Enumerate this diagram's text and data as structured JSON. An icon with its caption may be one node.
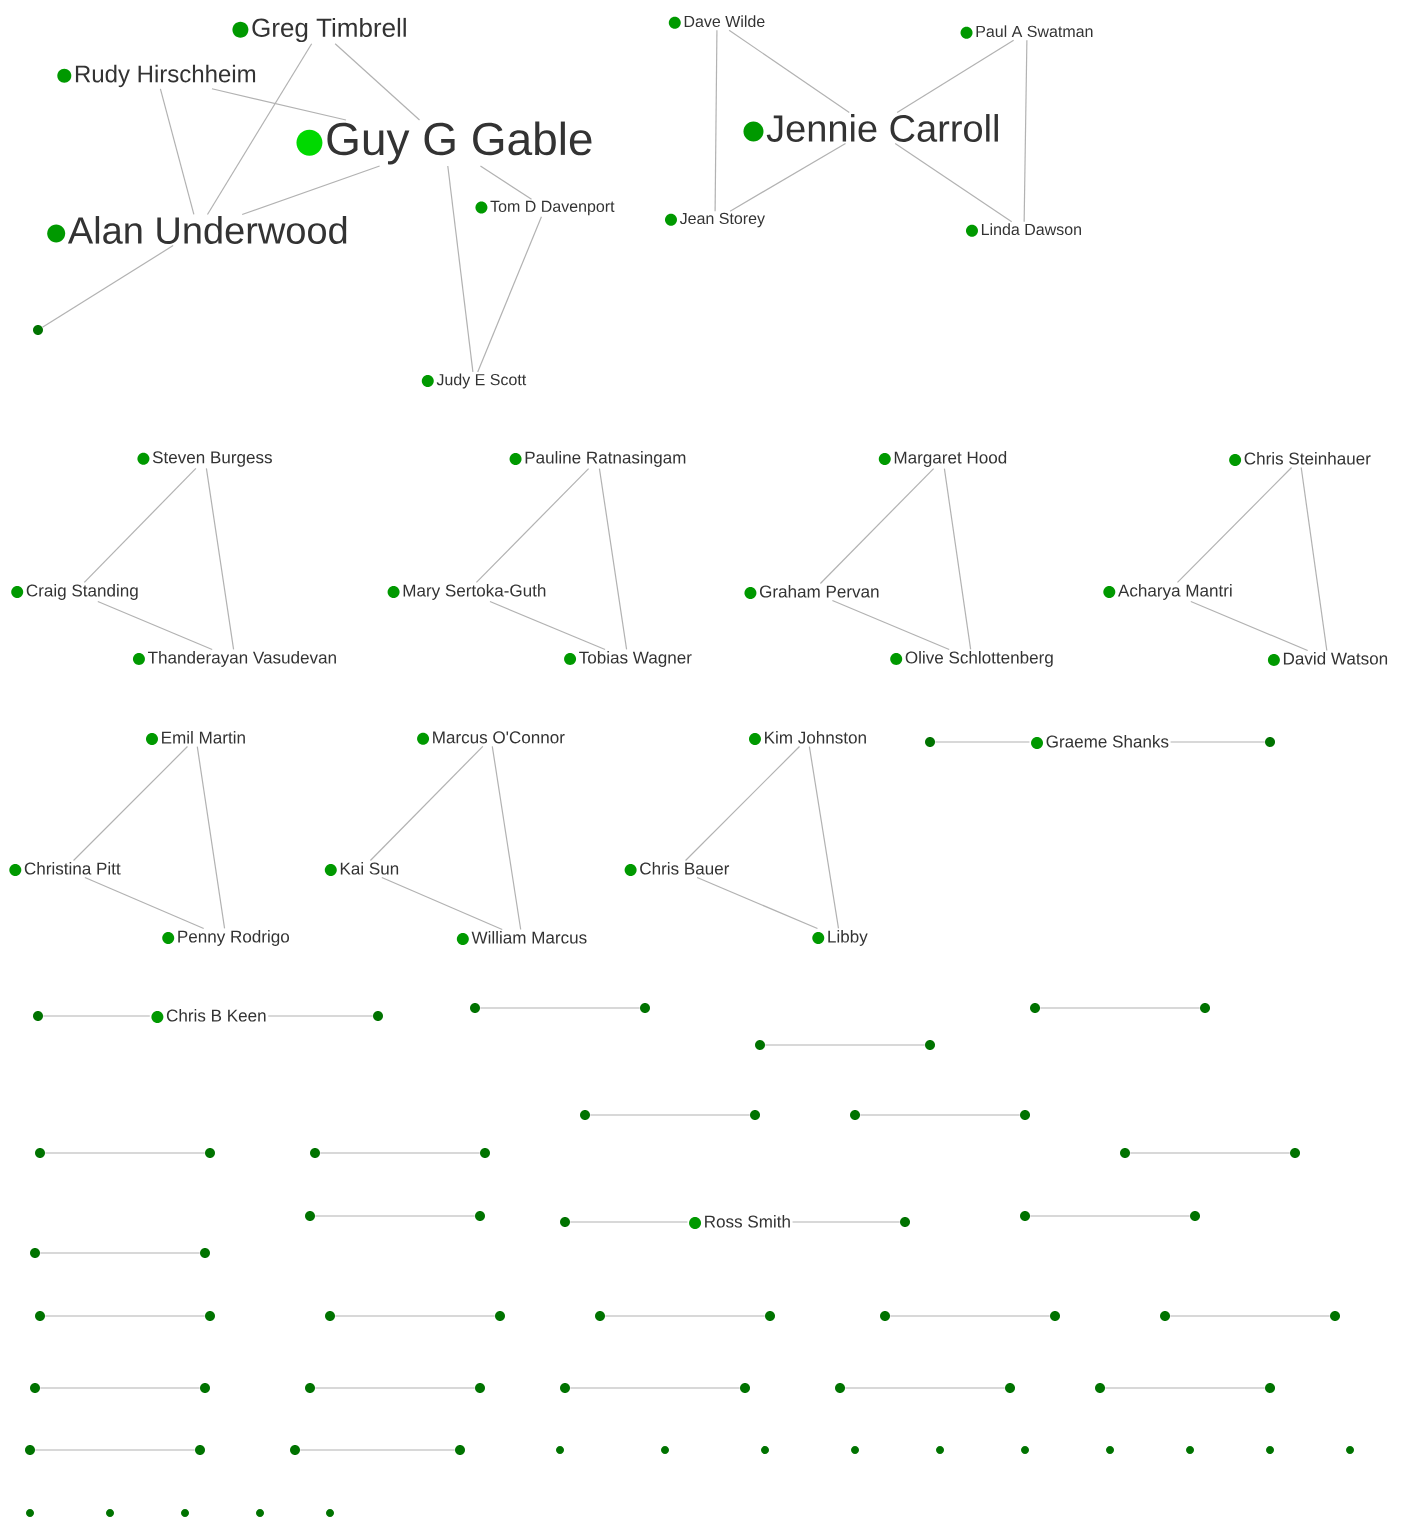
{
  "diagram": {
    "nodes": [
      {
        "text": [
          "Greg Timbrell"
        ]
      },
      {
        "text": [
          "Rudy Hirschheim"
        ]
      },
      {
        "text": [
          "Guy G Gable"
        ]
      },
      {
        "text": [
          "Alan Underwood"
        ]
      },
      {
        "text": [
          "Tom D Davenport"
        ]
      },
      {
        "text": [
          "Judy E Scott"
        ]
      },
      {
        "text": [],
        "shape": "circle"
      },
      {
        "text": [
          "Dave Wilde"
        ]
      },
      {
        "text": [
          "Paul A Swatman"
        ]
      },
      {
        "text": [
          "Jennie Carroll"
        ]
      },
      {
        "text": [
          "Jean Storey"
        ]
      },
      {
        "text": [
          "Linda Dawson"
        ]
      },
      {
        "text": [
          "Steven Burgess"
        ]
      },
      {
        "text": [
          "Craig Standing"
        ]
      },
      {
        "text": [
          "Thanderayan Vasudevan"
        ]
      },
      {
        "text": [
          "Pauline Ratnasingam"
        ]
      },
      {
        "text": [
          "Mary Sertoka-Guth"
        ]
      },
      {
        "text": [
          "Tobias Wagner"
        ]
      },
      {
        "text": [
          "Margaret Hood"
        ]
      },
      {
        "text": [
          "Graham Pervan"
        ]
      },
      {
        "text": [
          "Olive Schlottenberg"
        ]
      },
      {
        "text": [
          "Chris Steinhauer"
        ]
      },
      {
        "text": [
          "Acharya Mantri"
        ]
      },
      {
        "text": [
          "David Watson"
        ]
      },
      {
        "text": [],
        "shape": "circle"
      },
      {
        "text": [
          "Graeme Shanks"
        ]
      },
      {
        "text": [],
        "shape": "circle"
      },
      {
        "text": [
          "Emil Martin"
        ]
      },
      {
        "text": [
          "Christina Pitt"
        ]
      },
      {
        "text": [
          "Penny Rodrigo"
        ]
      },
      {
        "text": [
          "Marcus O'Connor"
        ]
      },
      {
        "text": [
          "Kai Sun"
        ]
      },
      {
        "text": [
          "William Marcus"
        ]
      },
      {
        "text": [
          "Kim Johnston"
        ]
      },
      {
        "text": [
          "Chris Bauer"
        ]
      },
      {
        "text": [
          "Libby"
        ]
      },
      {
        "text": [],
        "shape": "circle"
      },
      {
        "text": [
          "Chris B Keen"
        ]
      },
      {
        "text": [],
        "shape": "circle"
      },
      {
        "text": [],
        "shape": "circle"
      },
      {
        "text": [],
        "shape": "circle"
      },
      {
        "text": [],
        "shape": "circle"
      },
      {
        "text": [],
        "shape": "circle"
      },
      {
        "text": [],
        "shape": "circle"
      },
      {
        "text": [],
        "shape": "circle"
      },
      {
        "text": [],
        "shape": "circle"
      },
      {
        "text": [],
        "shape": "circle"
      },
      {
        "text": [],
        "shape": "circle"
      },
      {
        "text": [],
        "shape": "circle"
      },
      {
        "text": [],
        "shape": "circle"
      },
      {
        "text": [],
        "shape": "circle"
      },
      {
        "text": [],
        "shape": "circle"
      },
      {
        "text": [],
        "shape": "circle"
      },
      {
        "text": [],
        "shape": "circle"
      },
      {
        "text": [],
        "shape": "circle"
      },
      {
        "text": [],
        "shape": "circle"
      },
      {
        "text": [],
        "shape": "circle"
      },
      {
        "text": [],
        "shape": "circle"
      },
      {
        "text": [],
        "shape": "circle"
      },
      {
        "text": [],
        "shape": "circle"
      },
      {
        "text": [
          "Ross Smith"
        ]
      },
      {
        "text": [],
        "shape": "circle"
      },
      {
        "text": [],
        "shape": "circle"
      },
      {
        "text": [],
        "shape": "circle"
      },
      {
        "text": [],
        "shape": "circle"
      },
      {
        "text": [],
        "shape": "circle"
      },
      {
        "text": [],
        "shape": "circle"
      },
      {
        "text": [],
        "shape": "circle"
      },
      {
        "text": [],
        "shape": "circle"
      },
      {
        "text": [],
        "shape": "circle"
      },
      {
        "text": [],
        "shape": "circle"
      },
      {
        "text": [],
        "shape": "circle"
      },
      {
        "text": [],
        "shape": "circle"
      },
      {
        "text": [],
        "shape": "circle"
      },
      {
        "text": [],
        "shape": "circle"
      },
      {
        "text": [],
        "shape": "circle"
      },
      {
        "text": [],
        "shape": "circle"
      },
      {
        "text": [],
        "shape": "circle"
      },
      {
        "text": [],
        "shape": "circle"
      },
      {
        "text": [],
        "shape": "circle"
      },
      {
        "text": [],
        "shape": "circle"
      },
      {
        "text": [],
        "shape": "circle"
      },
      {
        "text": [],
        "shape": "circle"
      },
      {
        "text": [],
        "shape": "circle"
      },
      {
        "text": [],
        "shape": "circle"
      },
      {
        "text": [],
        "shape": "circle"
      },
      {
        "text": [],
        "shape": "circle"
      },
      {
        "text": [],
        "shape": "circle"
      },
      {
        "text": [],
        "shape": "circle"
      },
      {
        "text": [],
        "shape": "circle"
      },
      {
        "text": [],
        "shape": "circle"
      },
      {
        "text": [],
        "shape": "circle"
      },
      {
        "text": [],
        "shape": "circle"
      },
      {
        "text": [],
        "shape": "circle"
      },
      {
        "text": [],
        "shape": "circle"
      },
      {
        "text": [],
        "shape": "circle"
      },
      {
        "text": [],
        "shape": "circle"
      },
      {
        "text": [],
        "shape": "circle"
      },
      {
        "text": [],
        "shape": "circle"
      },
      {
        "text": [],
        "shape": "circle"
      },
      {
        "text": [],
        "shape": "circle"
      },
      {
        "text": [],
        "shape": "circle"
      },
      {
        "text": [],
        "shape": "circle"
      }
    ],
    "edges": [
      {
        "from": 1,
        "to": 2,
        "arrow": "none"
      },
      {
        "from": 1,
        "to": 3,
        "arrow": "none"
      },
      {
        "from": 0,
        "to": 3,
        "arrow": "none"
      },
      {
        "from": 0,
        "to": 2,
        "arrow": "none"
      },
      {
        "from": 3,
        "to": 2,
        "arrow": "none"
      },
      {
        "from": 2,
        "to": 4,
        "arrow": "none"
      },
      {
        "from": 2,
        "to": 5,
        "arrow": "none"
      },
      {
        "from": 4,
        "to": 5,
        "arrow": "none"
      },
      {
        "from": 3,
        "to": 6,
        "arrow": "none"
      },
      {
        "from": 7,
        "to": 9,
        "arrow": "none"
      },
      {
        "from": 7,
        "to": 10,
        "arrow": "none"
      },
      {
        "from": 8,
        "to": 9,
        "arrow": "none"
      },
      {
        "from": 8,
        "to": 11,
        "arrow": "none"
      },
      {
        "from": 9,
        "to": 10,
        "arrow": "none"
      },
      {
        "from": 9,
        "to": 11,
        "arrow": "none"
      },
      {
        "from": 12,
        "to": 13,
        "arrow": "none"
      },
      {
        "from": 12,
        "to": 14,
        "arrow": "none"
      },
      {
        "from": 13,
        "to": 14,
        "arrow": "none"
      },
      {
        "from": 15,
        "to": 16,
        "arrow": "none"
      },
      {
        "from": 15,
        "to": 17,
        "arrow": "none"
      },
      {
        "from": 16,
        "to": 17,
        "arrow": "none"
      },
      {
        "from": 18,
        "to": 19,
        "arrow": "none"
      },
      {
        "from": 18,
        "to": 20,
        "arrow": "none"
      },
      {
        "from": 19,
        "to": 20,
        "arrow": "none"
      },
      {
        "from": 21,
        "to": 22,
        "arrow": "none"
      },
      {
        "from": 21,
        "to": 23,
        "arrow": "none"
      },
      {
        "from": 22,
        "to": 23,
        "arrow": "none"
      },
      {
        "from": 24,
        "to": 25,
        "arrow": "none"
      },
      {
        "from": 25,
        "to": 26,
        "arrow": "none"
      },
      {
        "from": 27,
        "to": 28,
        "arrow": "none"
      },
      {
        "from": 27,
        "to": 29,
        "arrow": "none"
      },
      {
        "from": 28,
        "to": 29,
        "arrow": "none"
      },
      {
        "from": 30,
        "to": 31,
        "arrow": "none"
      },
      {
        "from": 30,
        "to": 32,
        "arrow": "none"
      },
      {
        "from": 31,
        "to": 32,
        "arrow": "none"
      },
      {
        "from": 33,
        "to": 34,
        "arrow": "none"
      },
      {
        "from": 33,
        "to": 35,
        "arrow": "none"
      },
      {
        "from": 34,
        "to": 35,
        "arrow": "none"
      },
      {
        "from": 36,
        "to": 37,
        "arrow": "none"
      },
      {
        "from": 37,
        "to": 38,
        "arrow": "none"
      },
      {
        "from": 39,
        "to": 40,
        "arrow": "none"
      },
      {
        "from": 41,
        "to": 42,
        "arrow": "none"
      },
      {
        "from": 43,
        "to": 44,
        "arrow": "none"
      },
      {
        "from": 45,
        "to": 46,
        "arrow": "none"
      },
      {
        "from": 47,
        "to": 48,
        "arrow": "none"
      },
      {
        "from": 49,
        "to": 50,
        "arrow": "none"
      },
      {
        "from": 51,
        "to": 52,
        "arrow": "none"
      },
      {
        "from": 53,
        "to": 54,
        "arrow": "none"
      },
      {
        "from": 55,
        "to": 56,
        "arrow": "none"
      },
      {
        "from": 57,
        "to": 58,
        "arrow": "none"
      },
      {
        "from": 59,
        "to": 60,
        "arrow": "none"
      },
      {
        "from": 60,
        "to": 61,
        "arrow": "none"
      },
      {
        "from": 62,
        "to": 63,
        "arrow": "none"
      },
      {
        "from": 64,
        "to": 65,
        "arrow": "none"
      },
      {
        "from": 66,
        "to": 67,
        "arrow": "none"
      },
      {
        "from": 68,
        "to": 69,
        "arrow": "none"
      },
      {
        "from": 70,
        "to": 71,
        "arrow": "none"
      },
      {
        "from": 72,
        "to": 73,
        "arrow": "none"
      },
      {
        "from": 74,
        "to": 75,
        "arrow": "none"
      },
      {
        "from": 76,
        "to": 77,
        "arrow": "none"
      },
      {
        "from": 78,
        "to": 79,
        "arrow": "none"
      },
      {
        "from": 80,
        "to": 81,
        "arrow": "none"
      },
      {
        "from": 82,
        "to": 83,
        "arrow": "none"
      },
      {
        "from": 84,
        "to": 85,
        "arrow": "none"
      },
      {
        "from": 86,
        "to": 87,
        "arrow": "none"
      }
    ]
  }
}
